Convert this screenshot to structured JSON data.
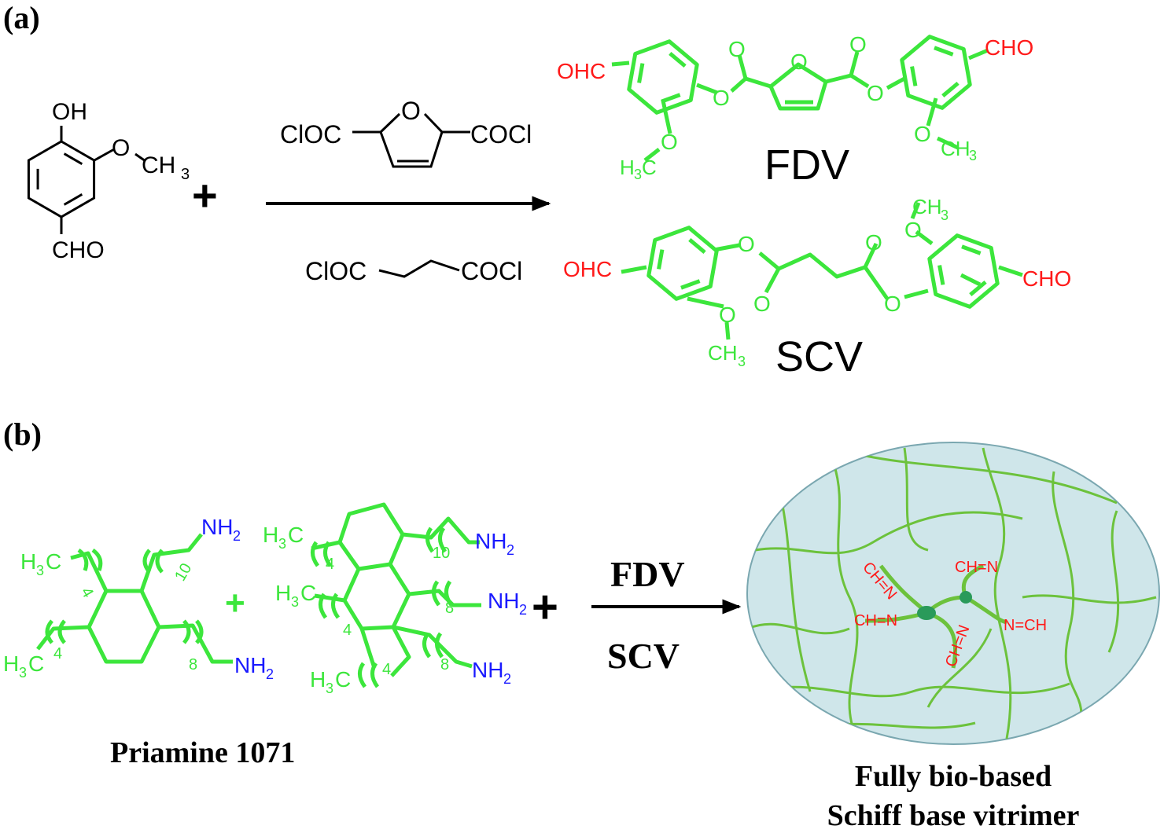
{
  "panel_a": {
    "label": "(a)",
    "vanillin": {
      "oh": "OH",
      "o": "O",
      "ch": "CH",
      "sub3": "3",
      "cho": "CHO"
    },
    "plus": "+",
    "furan_reagent": {
      "cloc": "ClOC",
      "o": "O",
      "cocl": "COCl"
    },
    "succinyl_reagent": {
      "cloc": "ClOC",
      "cocl": "COCl"
    },
    "fdv": {
      "ohc": "OHC",
      "cho": "CHO",
      "o": "O",
      "h3c_h": "H",
      "h3c_3": "3",
      "h3c_c": "C",
      "ch": "CH",
      "sub3": "3",
      "name": "FDV"
    },
    "scv": {
      "ohc": "OHC",
      "cho": "CHO",
      "o": "O",
      "ch": "CH",
      "sub3": "3",
      "name": "SCV"
    }
  },
  "panel_b": {
    "label": "(b)",
    "priamine": {
      "h3c_h": "H",
      "h3c_3": "3",
      "h3c_c": "C",
      "nh": "NH",
      "sub2": "2",
      "n4": "4",
      "n10": "10",
      "n8": "8",
      "plus": "+",
      "name": "Priamine 1071"
    },
    "plus": "+",
    "arrow_top": "FDV",
    "arrow_bottom": "SCV",
    "network": {
      "imine1": "CH=N",
      "imine2": "N=CH",
      "caption_line1": "Fully bio-based",
      "caption_line2": "Schiff base vitrimer"
    }
  },
  "colors": {
    "green": "#3ce63c",
    "red": "#ff1a1a",
    "blue": "#1a1aff",
    "ellipse_fill": "#cfe6ea"
  }
}
